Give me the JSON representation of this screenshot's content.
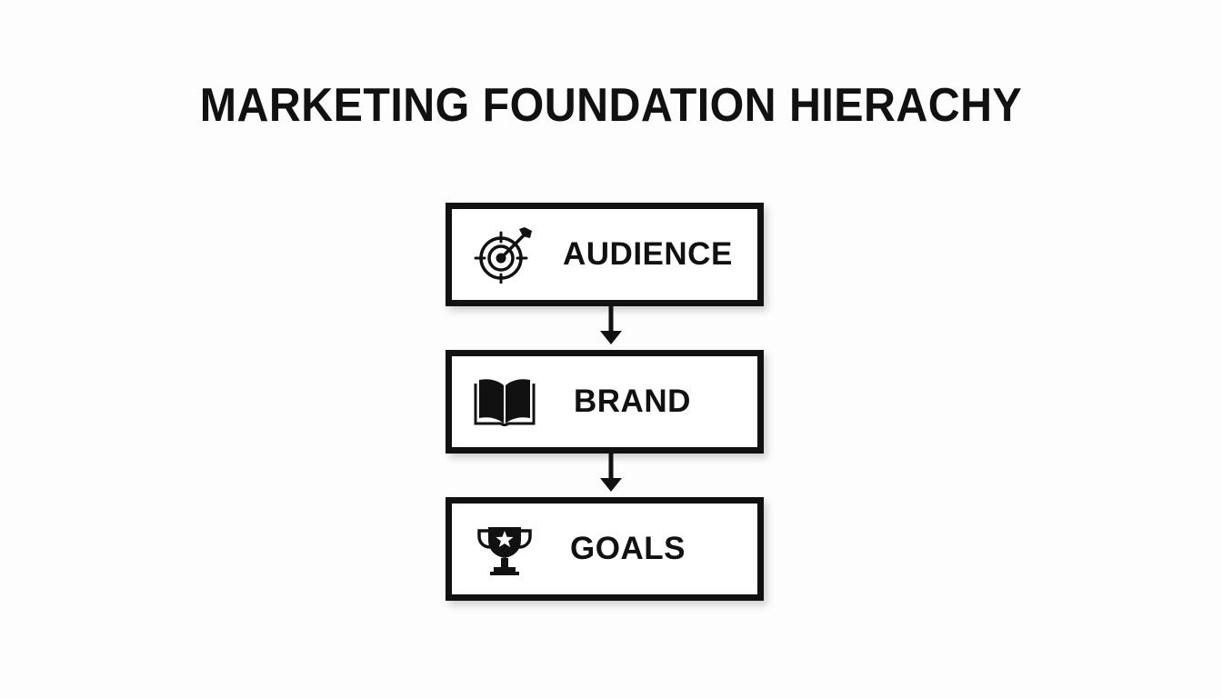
{
  "title": "MARKETING FOUNDATION HIERACHY",
  "hierarchy": [
    {
      "label": "AUDIENCE",
      "icon": "target-arrow-icon"
    },
    {
      "label": "BRAND",
      "icon": "open-book-icon"
    },
    {
      "label": "GOALS",
      "icon": "trophy-star-icon"
    }
  ],
  "colors": {
    "ink": "#111111",
    "background": "#fdfdfd",
    "box_fill": "#ffffff"
  }
}
